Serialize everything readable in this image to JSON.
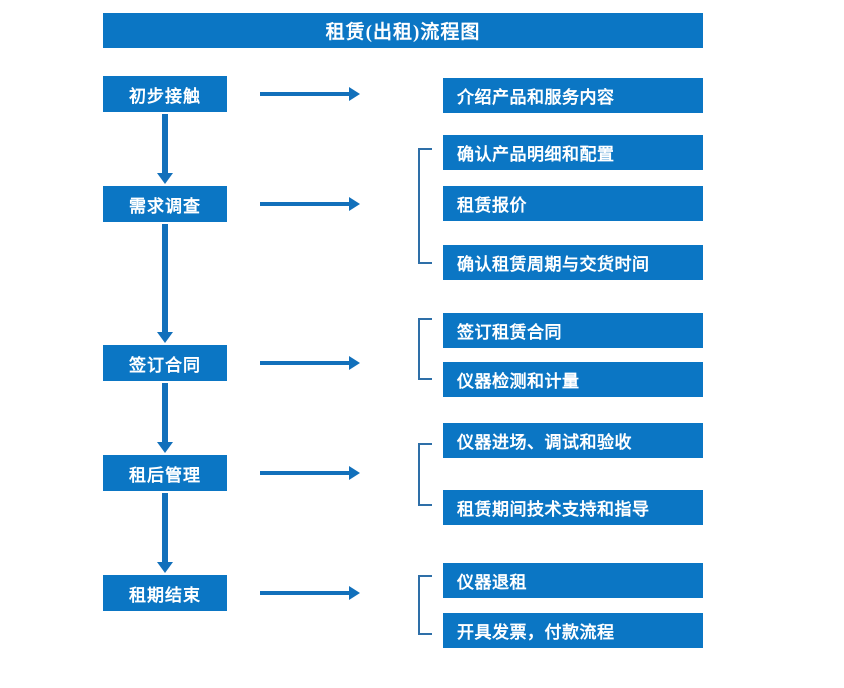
{
  "diagram": {
    "title": "租赁(出租)流程图",
    "colors": {
      "box_blue": "#0b76c4",
      "arrow_blue": "#1270bb",
      "bracket_blue": "#2e6fa8",
      "text_white": "#ffffff",
      "background": "#ffffff"
    },
    "stages": [
      {
        "id": "stage-1",
        "label": "初步接触",
        "arrow": "right-arrow-1",
        "details": [
          "介绍产品和服务内容"
        ],
        "bracketed": false
      },
      {
        "id": "stage-2",
        "label": "需求调查",
        "arrow": "right-arrow-2",
        "details": [
          "确认产品明细和配置",
          "租赁报价",
          "确认租赁周期与交货时间"
        ],
        "bracketed": true
      },
      {
        "id": "stage-3",
        "label": "签订合同",
        "arrow": "right-arrow-3",
        "details": [
          "签订租赁合同",
          "仪器检测和计量"
        ],
        "bracketed": true
      },
      {
        "id": "stage-4",
        "label": "租后管理",
        "arrow": "right-arrow-4",
        "details": [
          "仪器进场、调试和验收",
          "租赁期间技术支持和指导"
        ],
        "bracketed": true
      },
      {
        "id": "stage-5",
        "label": "租期结束",
        "arrow": "right-arrow-5",
        "details": [
          "仪器退租",
          "开具发票，付款流程"
        ],
        "bracketed": true
      }
    ],
    "flow_connectors": [
      "初步接触 → 需求调查",
      "需求调查 → 签订合同",
      "签订合同 → 租后管理",
      "租后管理 → 租期结束"
    ]
  }
}
